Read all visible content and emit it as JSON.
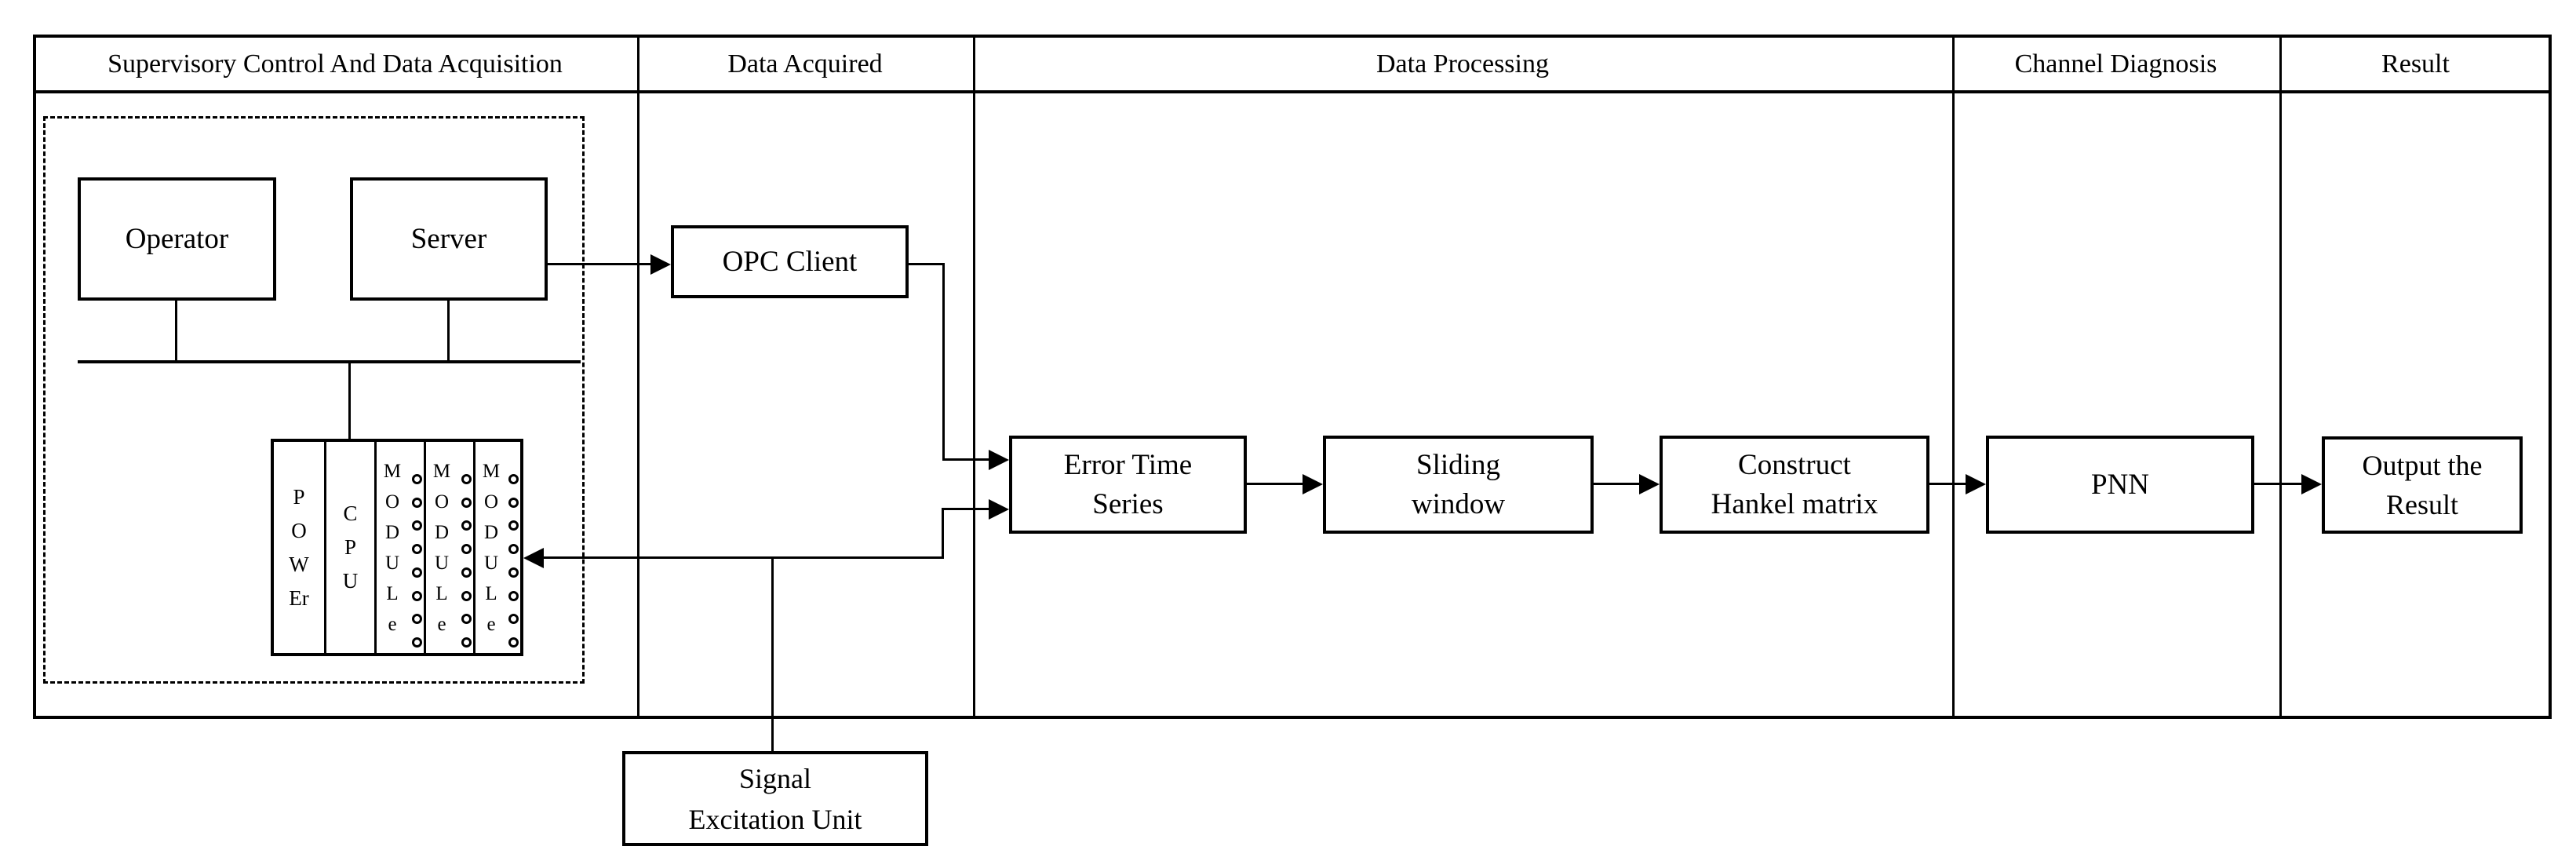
{
  "figure": {
    "background": "#ffffff",
    "line_color": "#000000",
    "header": {
      "scada": "Supervisory Control And Data Acquisition",
      "data_acquired": "Data Acquired",
      "data_processing": "Data Processing",
      "channel_diagnosis": "Channel Diagnosis",
      "result": "Result"
    },
    "scada": {
      "operator": "Operator",
      "server": "Server",
      "rack": {
        "power": "POWEr",
        "cpu": "CPU",
        "module1": "MODULe",
        "module2": "MODULe",
        "module3": "MODULe"
      }
    },
    "data_acquired": {
      "opc_client": "OPC Client",
      "signal_excitation": {
        "line1": "Signal",
        "line2": "Excitation Unit"
      }
    },
    "data_processing": {
      "error_time_series": {
        "line1": "Error Time",
        "line2": "Series"
      },
      "sliding_window": {
        "line1": "Sliding",
        "line2": "window"
      },
      "construct_hankel": {
        "line1": "Construct",
        "line2": "Hankel matrix"
      }
    },
    "channel_diagnosis": {
      "pnn": "PNN"
    },
    "result": {
      "output": {
        "line1": "Output the",
        "line2": "Result"
      }
    }
  }
}
